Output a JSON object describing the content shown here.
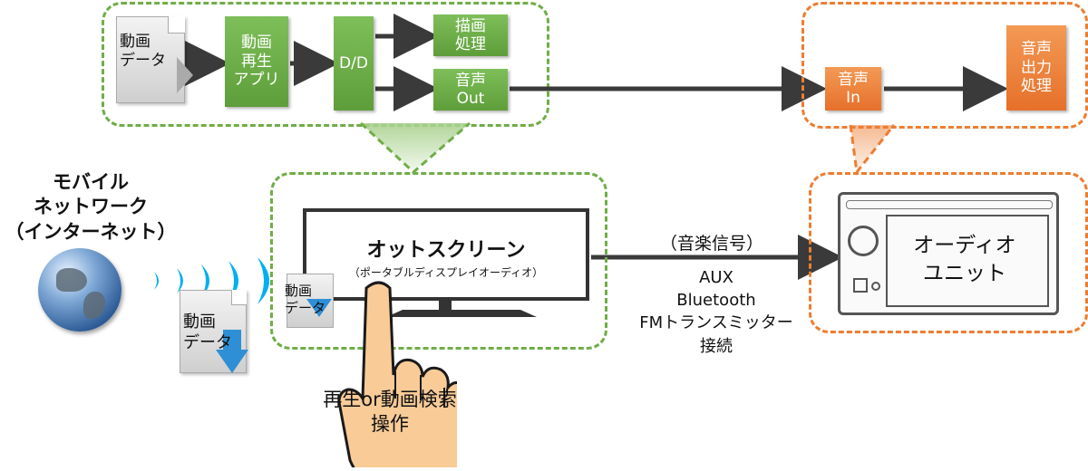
{
  "source": {
    "file_label": "動画\nデータ",
    "app_label": "動画\n再生\nアプリ",
    "dd_label": "D/D",
    "render_label": "描画\n処理",
    "audio_out_label": "音声\nOut"
  },
  "sink": {
    "audio_in_label": "音声\nIn",
    "audio_process_label": "音声\n出力\n処理"
  },
  "network": {
    "label": "モバイル\nネットワーク\n（インターネット）",
    "globe_icon": "globe-icon",
    "download_label": "動画\nデータ"
  },
  "screen": {
    "title": "オットスクリーン",
    "subtitle": "（ポータブルディスプレイオーディオ）",
    "file_label": "動画\nデータ"
  },
  "audio_unit": {
    "label": "オーディオ\nユニット"
  },
  "connection": {
    "signal_label": "（音楽信号）",
    "methods": "AUX\nBluetooth\nFMトランスミッター\n接続"
  },
  "operation": {
    "label": "再生or動画検索\n操作"
  },
  "colors": {
    "green": "#70ad47",
    "orange": "#ed7d31",
    "arrow": "#3a3a3a",
    "wave": "#00b0f0"
  }
}
